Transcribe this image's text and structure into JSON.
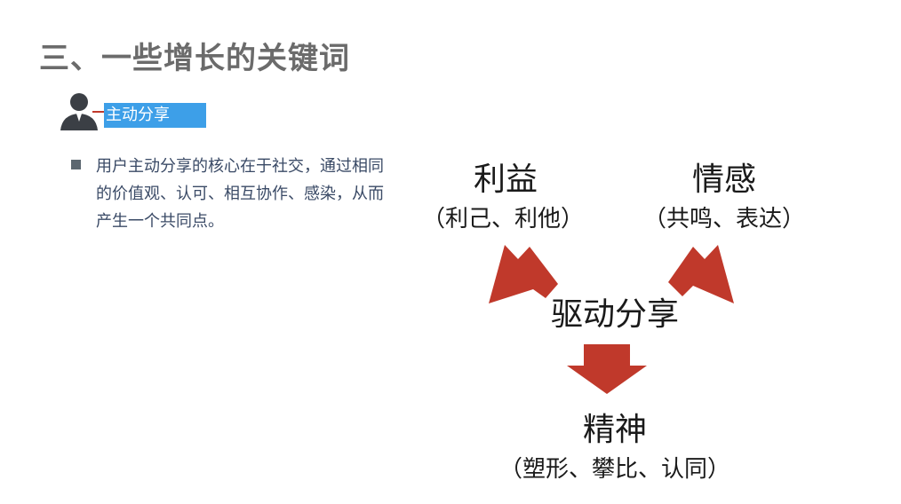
{
  "title": "三、一些增长的关键词",
  "section_tag": "主动分享",
  "bullet": "用户主动分享的核心在于社交，通过相同的价值观、认可、相互协作、感染，从而产生一个共同点。",
  "diagram": {
    "center": "驱动分享",
    "left": {
      "heading": "利益",
      "sub": "（利己、利他）"
    },
    "right": {
      "heading": "情感",
      "sub": "（共鸣、表达）"
    },
    "bottom": {
      "heading": "精神",
      "sub": "（塑形、攀比、认同）"
    }
  },
  "colors": {
    "title": "#6b6b6b",
    "tag_bg": "#3d9fe8",
    "arrow": "#c0392b",
    "text": "#3a4a66"
  }
}
